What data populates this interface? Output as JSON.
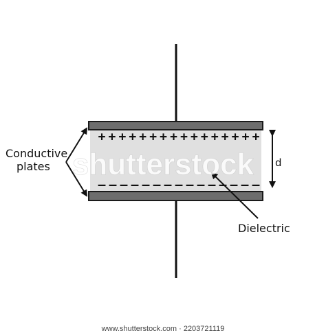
{
  "labels": {
    "conductive_line1": "Conductive",
    "conductive_line2": "plates",
    "distance": "d",
    "dielectric": "Dielectric"
  },
  "charges": {
    "positive_symbol": "+",
    "positive_count": 16,
    "negative_symbol": "–",
    "negative_count": 15
  },
  "watermark": {
    "text": "shutterstock",
    "footer": "www.shutterstock.com · 2203721119"
  },
  "colors": {
    "plate": "#6d6d6d",
    "plate_stroke": "#1a1a1a",
    "dielectric": "#e0e0e0",
    "wire": "#111111"
  }
}
